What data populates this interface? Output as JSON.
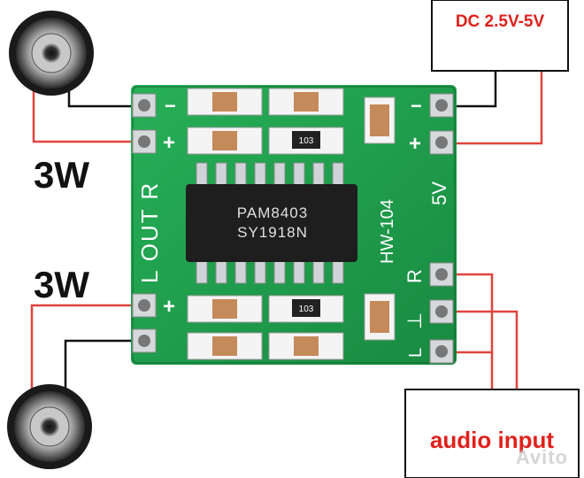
{
  "labels": {
    "power": "DC 2.5V-5V",
    "audio_input": "audio input",
    "power_top_right": "3W",
    "power_bottom_right": "3W"
  },
  "pcb": {
    "chip_line1": "PAM8403",
    "chip_line2": "SY1918N",
    "model": "HW-104",
    "out_label": "L OUT R",
    "voltage": "5V",
    "pin_minus": "−",
    "pin_plus": "+",
    "input_r": "R",
    "input_ground": "⊥",
    "input_l": "L",
    "resistor_code": "103"
  },
  "watermark": "Avito",
  "colors": {
    "pcb": "#1f9e4a",
    "pcb_dark": "#17803b",
    "wire_red": "#e0443e",
    "wire_black": "#111111",
    "text_red": "#e0211b",
    "chip": "#1e1e1e",
    "pad": "#cfd3d6"
  },
  "icons": {
    "speaker_top": "speaker-icon",
    "speaker_bottom": "speaker-icon"
  }
}
